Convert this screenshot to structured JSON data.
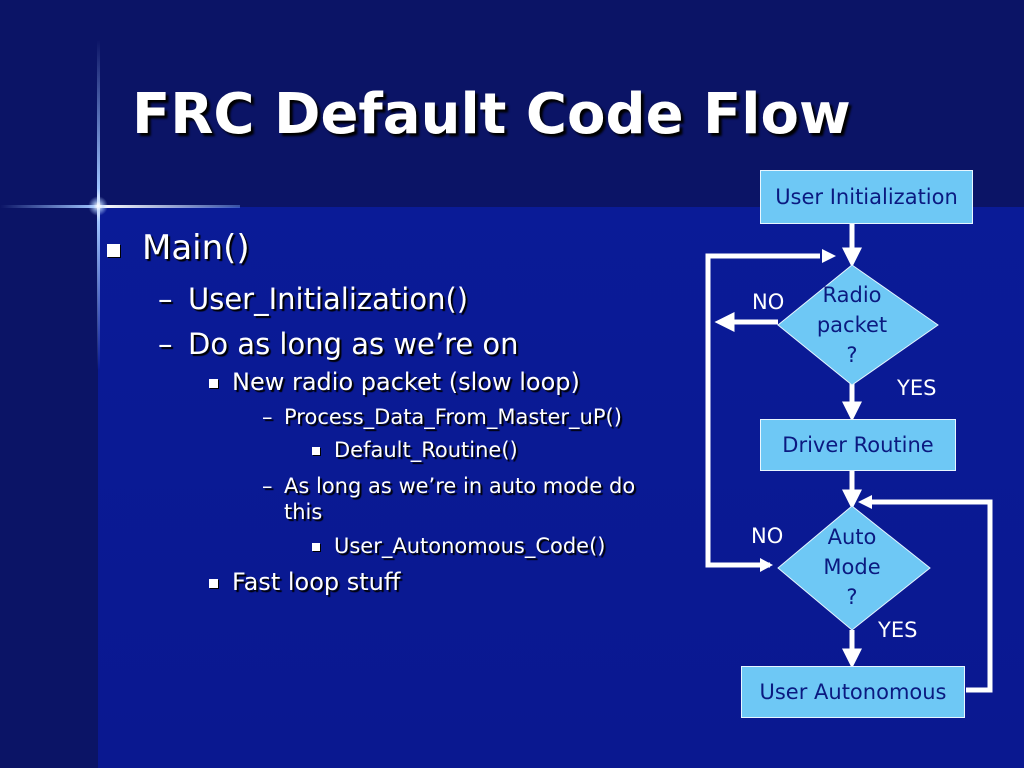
{
  "title": "FRC Default Code Flow",
  "bullets": [
    {
      "text": "Main()",
      "level": 0
    },
    {
      "text": "User_Initialization()",
      "level": 1
    },
    {
      "text": "Do as long as we’re on",
      "level": 1
    },
    {
      "text": "New radio packet (slow loop)",
      "level": 2
    },
    {
      "text": "Process_Data_From_Master_uP()",
      "level": 3
    },
    {
      "text": "Default_Routine()",
      "level": 4
    },
    {
      "text": "As long as we’re in auto mode do",
      "level": 3
    },
    {
      "text": "this",
      "level": 3
    },
    {
      "text": "User_Autonomous_Code()",
      "level": 4
    },
    {
      "text": "Fast loop stuff",
      "level": 2
    }
  ],
  "flow": {
    "user_init": "User Initialization",
    "radio": [
      "Radio",
      "packet",
      "?"
    ],
    "radio_no": "NO",
    "radio_yes": "YES",
    "driver": "Driver Routine",
    "auto": [
      "Auto",
      "Mode",
      "?"
    ],
    "auto_no": "NO",
    "auto_yes": "YES",
    "user_auto": "User Autonomous"
  },
  "colors": {
    "box_fill": "#6ec8f5",
    "box_text": "#0b1a80",
    "background": "#0a1690"
  }
}
